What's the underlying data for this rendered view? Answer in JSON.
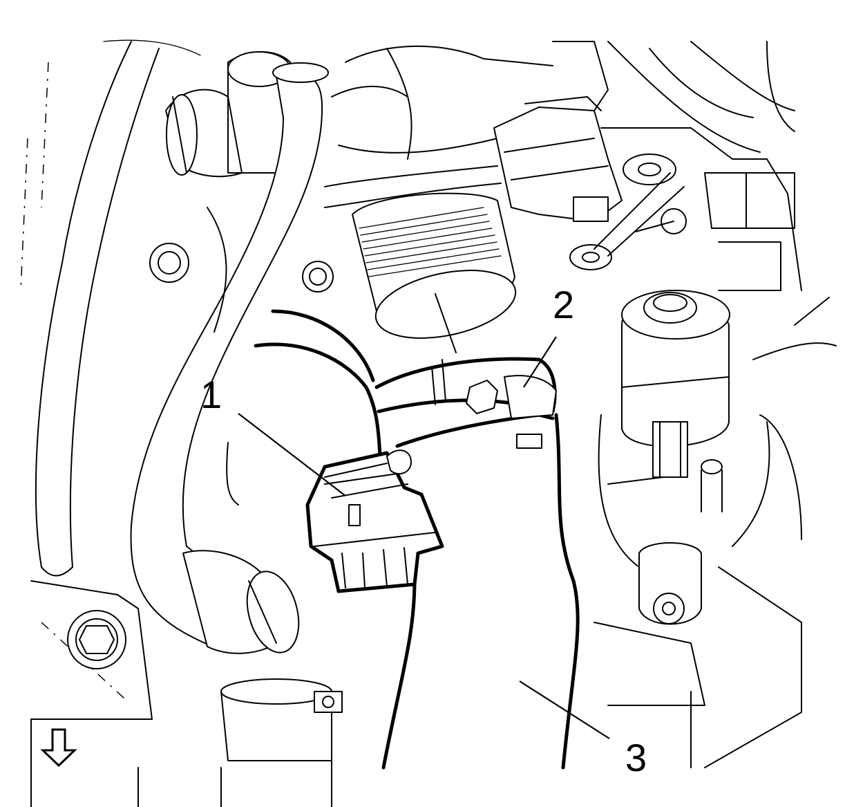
{
  "callouts": [
    {
      "id": "1",
      "label": "1"
    },
    {
      "id": "2",
      "label": "2"
    },
    {
      "id": "3",
      "label": "3"
    }
  ],
  "orientation_indicator": {
    "icon": "arrow-down-icon"
  }
}
